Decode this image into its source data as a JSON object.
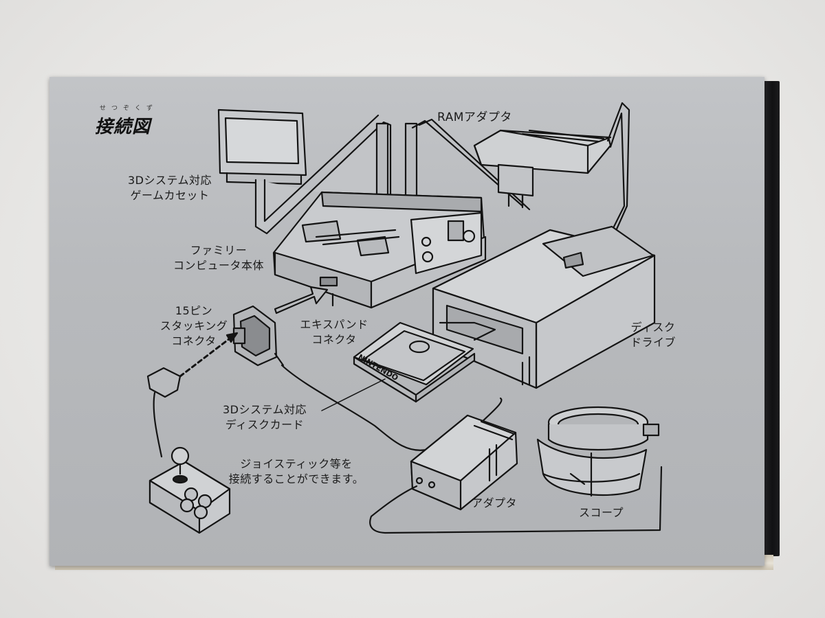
{
  "title": "接続図",
  "title_reading": "せつぞくず",
  "labels": {
    "ram_adapter": "RAMアダプタ",
    "game_cassette_line1": "3Dシステム対応",
    "game_cassette_line2": "ゲームカセット",
    "famicom_line1": "ファミリー",
    "famicom_line2": "コンピュータ本体",
    "stacking_line1": "15ピン",
    "stacking_line2": "スタッキング",
    "stacking_line3": "コネクタ",
    "expand_line1": "エキスパンド",
    "expand_line2": "コネクタ",
    "disk_drive_line1": "ディスク",
    "disk_drive_line2": "ドライブ",
    "disk_card_line1": "3Dシステム対応",
    "disk_card_line2": "ディスクカード",
    "joystick_line1": "ジョイスティック等を",
    "joystick_line2": "接続することができます。",
    "adapter": "アダプタ",
    "scope": "スコープ",
    "card_logo": "NINTENDO"
  },
  "colors": {
    "panel": "#b8babd",
    "line": "#141414",
    "box_side": "#151517"
  }
}
